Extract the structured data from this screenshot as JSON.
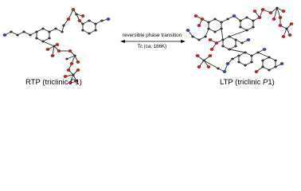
{
  "transition": {
    "label": "reversible phase transition",
    "tc_label": "Tc (ca. 186K)"
  },
  "phases": {
    "rtp": {
      "label": "RTP (triclinic ",
      "space_group": "P",
      "space_group_suffix": "1)"
    },
    "ltp": {
      "label": "LTP (triclinic ",
      "space_group": "P",
      "space_group_suffix": "1)"
    }
  },
  "colors": {
    "bond": "#2a2a2a",
    "carbon": "#3a3a3a",
    "nitrogen": "#3344bb",
    "oxygen": "#cc2222",
    "arrow": "#000000"
  }
}
